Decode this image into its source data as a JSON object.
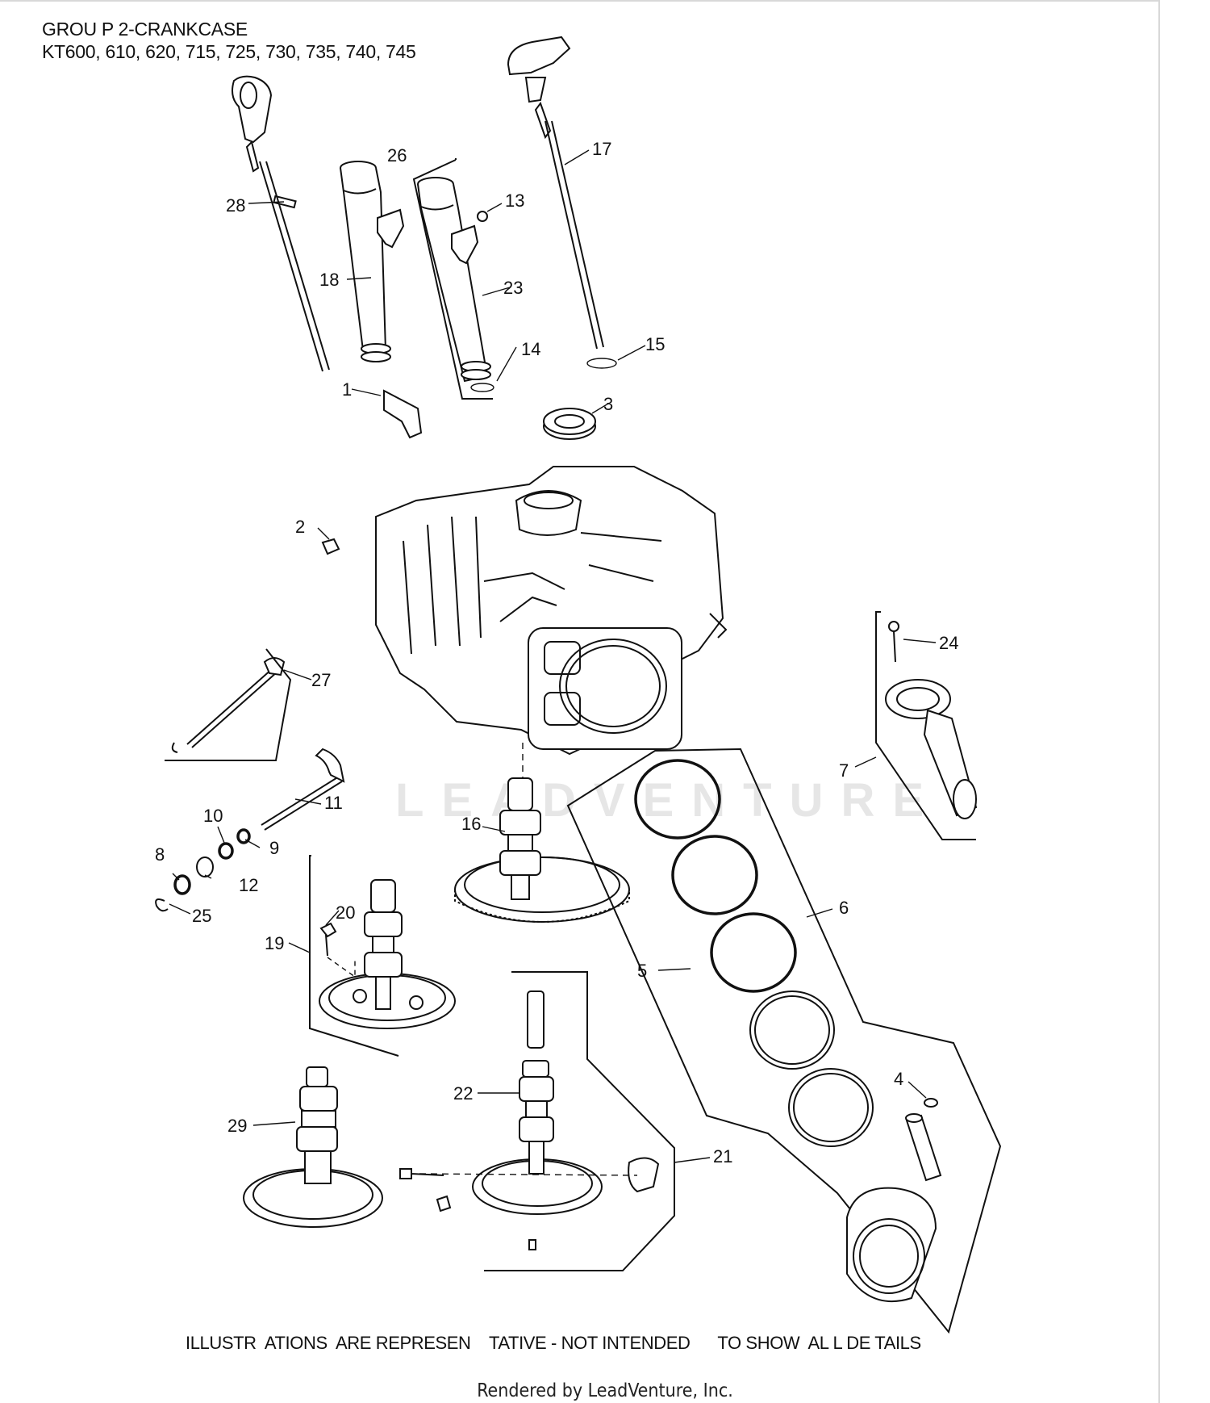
{
  "header": {
    "line1": "GROU P 2-CRANKCASE",
    "line2": "KT600, 610, 620, 715, 725, 730, 735, 740, 745"
  },
  "watermark": "LEADVENTURE",
  "disclaimer": "ILLUSTR  ATIONS  ARE REPRESEN    TATIVE - NOT INTENDED      TO SHOW  AL L DE TAILS",
  "footer": "Rendered by LeadVenture, Inc.",
  "callouts": [
    {
      "id": "1",
      "label": "1"
    },
    {
      "id": "2",
      "label": "2"
    },
    {
      "id": "3",
      "label": "3"
    },
    {
      "id": "4",
      "label": "4"
    },
    {
      "id": "5",
      "label": "5"
    },
    {
      "id": "6",
      "label": "6"
    },
    {
      "id": "7",
      "label": "7"
    },
    {
      "id": "8",
      "label": "8"
    },
    {
      "id": "9",
      "label": "9"
    },
    {
      "id": "10",
      "label": "10"
    },
    {
      "id": "11",
      "label": "11"
    },
    {
      "id": "12",
      "label": "12"
    },
    {
      "id": "13",
      "label": "13"
    },
    {
      "id": "14",
      "label": "14"
    },
    {
      "id": "15",
      "label": "15"
    },
    {
      "id": "16",
      "label": "16"
    },
    {
      "id": "17",
      "label": "17"
    },
    {
      "id": "18",
      "label": "18"
    },
    {
      "id": "19",
      "label": "19"
    },
    {
      "id": "20",
      "label": "20"
    },
    {
      "id": "21",
      "label": "21"
    },
    {
      "id": "22",
      "label": "22"
    },
    {
      "id": "23",
      "label": "23"
    },
    {
      "id": "24",
      "label": "24"
    },
    {
      "id": "25",
      "label": "25"
    },
    {
      "id": "26",
      "label": "26"
    },
    {
      "id": "27",
      "label": "27"
    },
    {
      "id": "28",
      "label": "28"
    },
    {
      "id": "29",
      "label": "29"
    }
  ]
}
